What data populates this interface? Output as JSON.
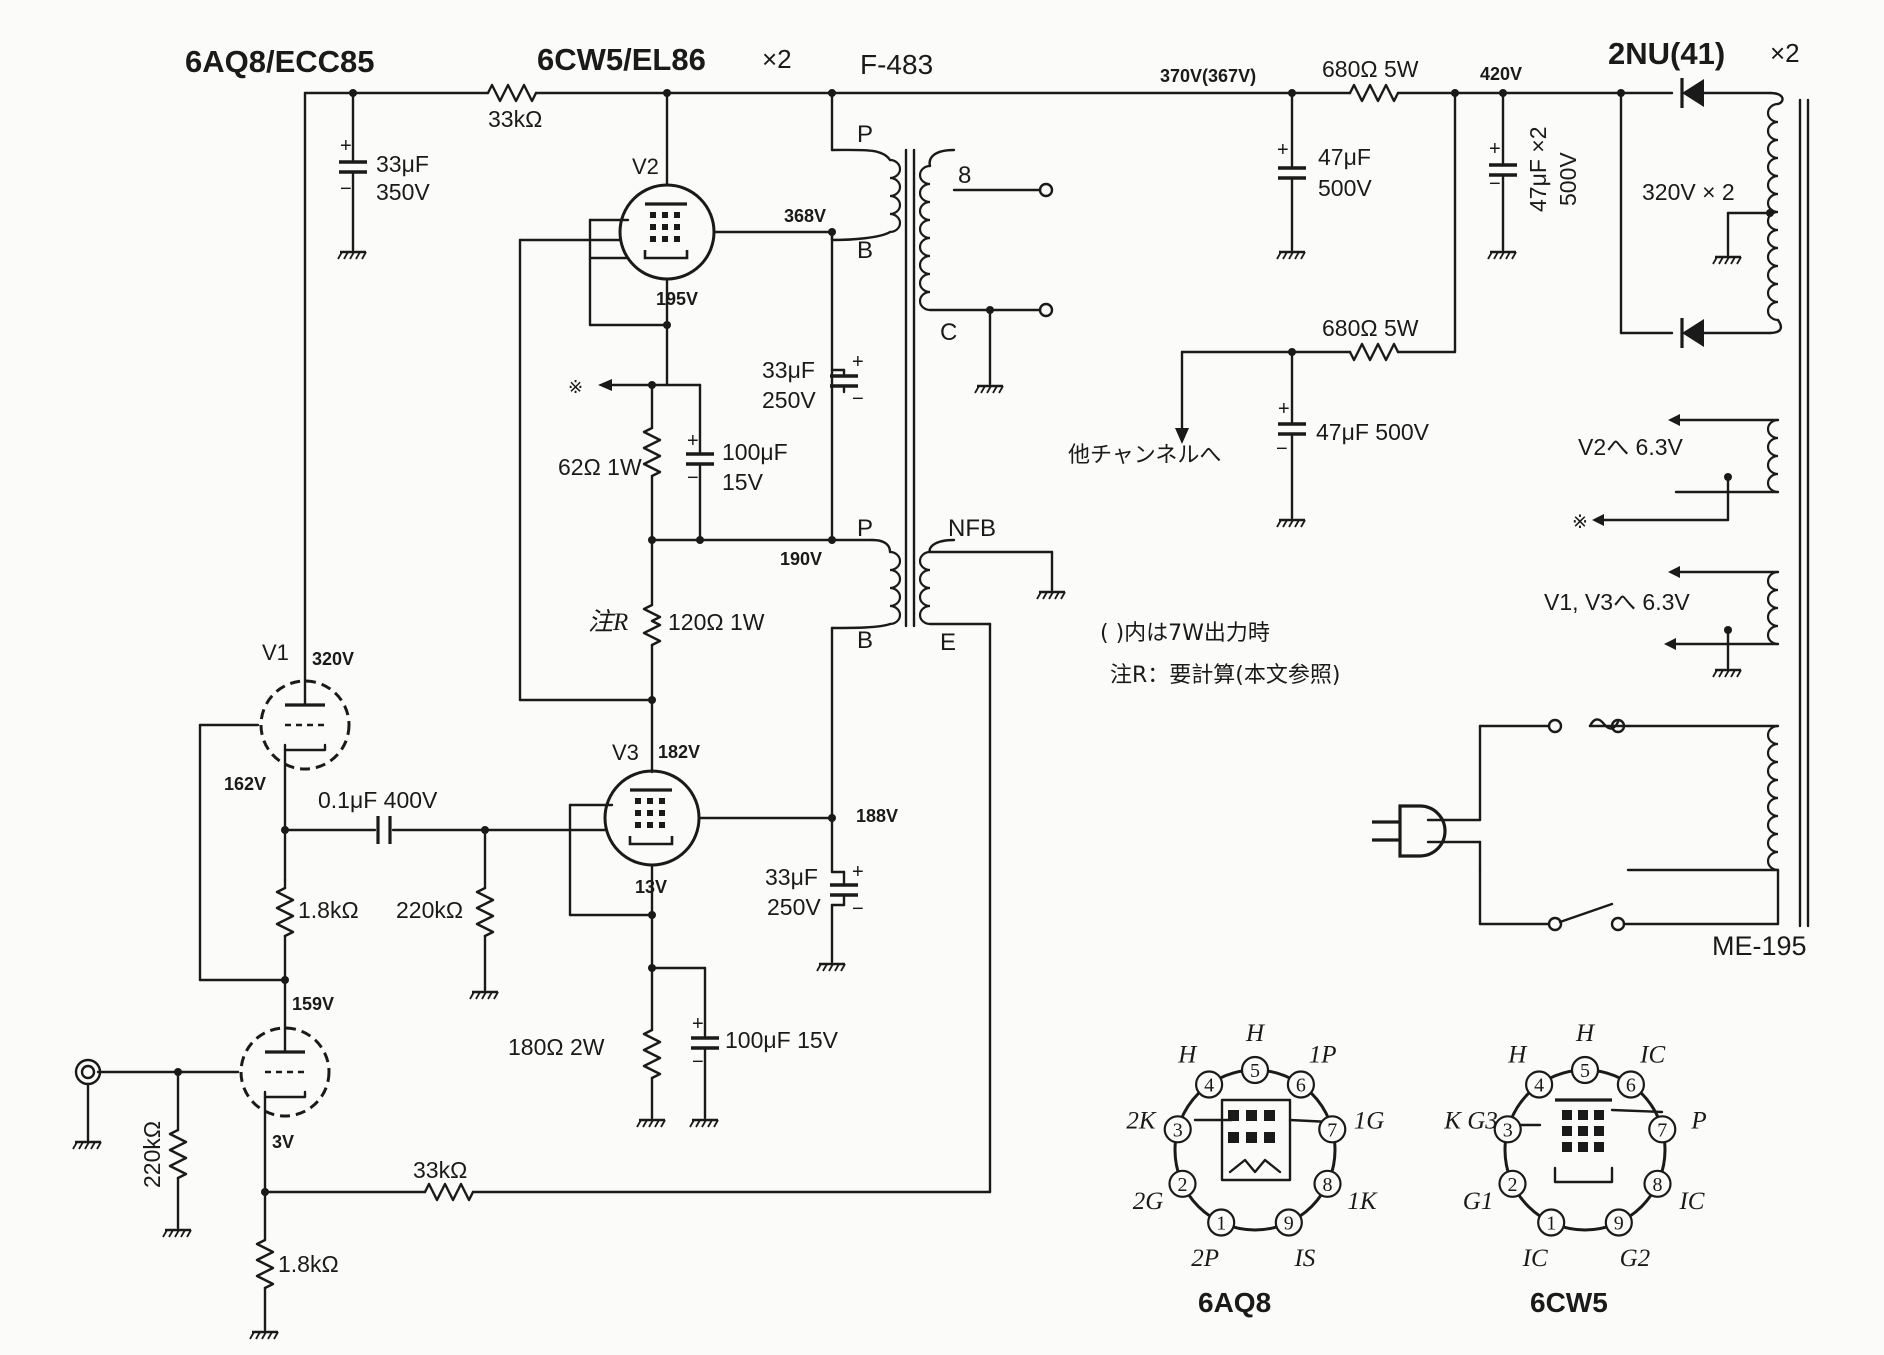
{
  "titles": {
    "tube_6aq8": "6AQ8/ECC85",
    "tube_6cw5": "6CW5/EL86",
    "tube_6cw5_count": "×2",
    "output_transformer": "F-483",
    "rectifier": "2NU(41)",
    "rectifier_count": "×2",
    "power_transformer": "ME-195"
  },
  "labels": {
    "v1": "V1",
    "v2": "V2",
    "v3": "V3",
    "p_top": "P",
    "b_top": "B",
    "p_bot": "P",
    "b_bot": "B",
    "sec_8": "8",
    "sec_c": "C",
    "nfb": "NFB",
    "e": "E",
    "ht_winding": "320V × 2",
    "heater_v2": "V2へ 6.3V",
    "heater_v1v3": "V1, V3へ 6.3V",
    "to_other_channel": "他チャンネルへ",
    "mark": "※",
    "note_paren": "(   )内は7W出力時",
    "note_r": "注R：要計算(本文参照)",
    "note_r_resistor": "注R",
    "plus": "+",
    "minus": "−"
  },
  "voltages": {
    "b370": "370V(367V)",
    "b420": "420V",
    "v2_plate": "368V",
    "v2_cathode": "195V",
    "v3_plate": "182V",
    "v3_screen": "188V",
    "v3_cathode": "13V",
    "p2": "190V",
    "v1_plate": "320V",
    "v1_cathode": "162V",
    "v1b_plate": "159V",
    "v1b_cathode": "3V"
  },
  "components": {
    "r_33k_top": "33kΩ",
    "c_33u_350": [
      "33μF",
      "350V"
    ],
    "c_47u_500_a": [
      "47μF",
      "500V"
    ],
    "r_680_a": "680Ω 5W",
    "c_47u_x2": [
      "47μF ×2",
      "500V"
    ],
    "r_680_b": "680Ω 5W",
    "c_47u_500_b": "47μF 500V",
    "c_33u_250_a": [
      "33μF",
      "250V"
    ],
    "r_62": "62Ω 1W",
    "c_100u_15_a": [
      "100μF",
      "15V"
    ],
    "r_120": "120Ω 1W",
    "c_01u_400": "0.1μF 400V",
    "r_220k_a": "220kΩ",
    "r_1k8_a": "1.8kΩ",
    "c_33u_250_b": [
      "33μF",
      "250V"
    ],
    "r_180": "180Ω 2W",
    "c_100u_15_b": "100μF 15V",
    "r_33k_fb": "33kΩ",
    "r_220k_in": "220kΩ",
    "r_1k8_b": "1.8kΩ"
  },
  "pinouts": [
    {
      "name": "6AQ8",
      "pins": [
        {
          "n": "1",
          "label": "2P"
        },
        {
          "n": "2",
          "label": "2G"
        },
        {
          "n": "3",
          "label": "2K"
        },
        {
          "n": "4",
          "label": "H"
        },
        {
          "n": "5",
          "label": "H"
        },
        {
          "n": "6",
          "label": "1P"
        },
        {
          "n": "7",
          "label": "1G"
        },
        {
          "n": "8",
          "label": "1K"
        },
        {
          "n": "9",
          "label": "IS"
        }
      ]
    },
    {
      "name": "6CW5",
      "pins": [
        {
          "n": "1",
          "label": "IC"
        },
        {
          "n": "2",
          "label": "G1"
        },
        {
          "n": "3",
          "label": "K G3"
        },
        {
          "n": "4",
          "label": "H"
        },
        {
          "n": "5",
          "label": "H"
        },
        {
          "n": "6",
          "label": "IC"
        },
        {
          "n": "7",
          "label": "P"
        },
        {
          "n": "8",
          "label": "IC"
        },
        {
          "n": "9",
          "label": "G2"
        }
      ]
    }
  ]
}
